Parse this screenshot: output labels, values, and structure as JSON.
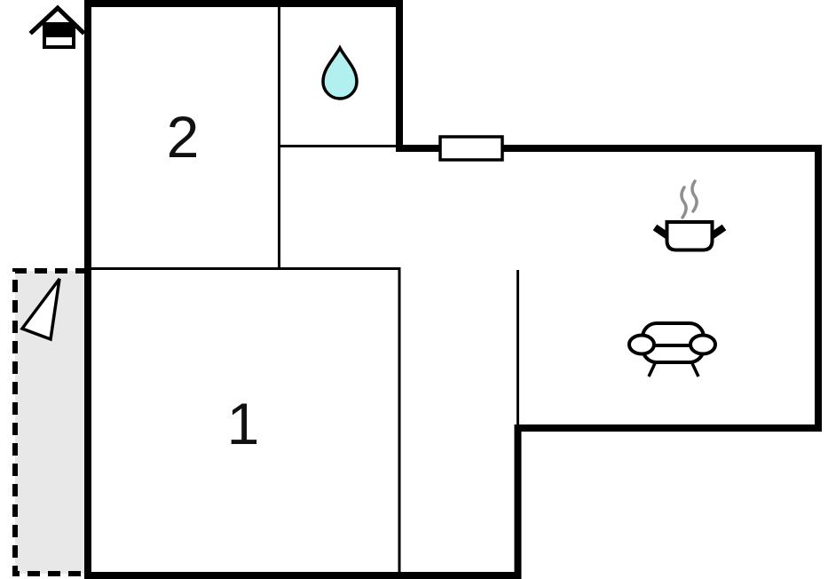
{
  "floorplan": {
    "type": "floor-plan",
    "colors": {
      "wall": "#000000",
      "background": "#ffffff",
      "terrace_fill": "#e8e8e8",
      "water_drop_fill": "#b2f0f0",
      "steam": "#8f8f8f",
      "label": "#111111"
    },
    "rooms": [
      {
        "id": "room-2",
        "label": "2"
      },
      {
        "id": "room-1",
        "label": "1"
      }
    ],
    "icons": [
      {
        "name": "house-icon"
      },
      {
        "name": "water-drop-icon"
      },
      {
        "name": "window-symbol"
      },
      {
        "name": "cooking-pot-icon"
      },
      {
        "name": "steam-icon"
      },
      {
        "name": "sofa-icon"
      },
      {
        "name": "terrace-arrow-icon"
      }
    ]
  }
}
